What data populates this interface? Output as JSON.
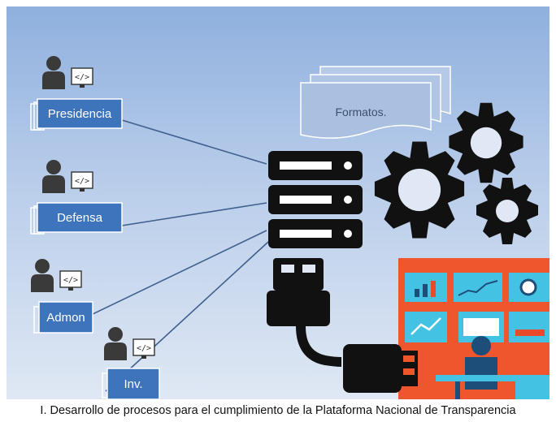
{
  "departments": [
    {
      "id": "presidencia",
      "label": "Presidencia"
    },
    {
      "id": "defensa",
      "label": "Defensa"
    },
    {
      "id": "admon",
      "label": "Admon"
    },
    {
      "id": "inv",
      "label": "Inv."
    }
  ],
  "documents": {
    "label": "Formatos."
  },
  "caption": "I. Desarrollo de procesos para el cumplimiento de la Plataforma Nacional de Transparencia",
  "icons": [
    "user-at-computer-icon",
    "code-monitor-icon",
    "document-stack-icon",
    "server-icon",
    "gear-icon",
    "usb-cable-icon",
    "dashboard-icon"
  ],
  "colors": {
    "background_top": "#8fb0de",
    "background_bottom": "#dfe8f4",
    "department_box": "#3e74bc",
    "dashboard_panel": "#f0562e",
    "dashboard_tile": "#43c2e4",
    "icons": "#111111",
    "connector_lines": "#40608f"
  }
}
